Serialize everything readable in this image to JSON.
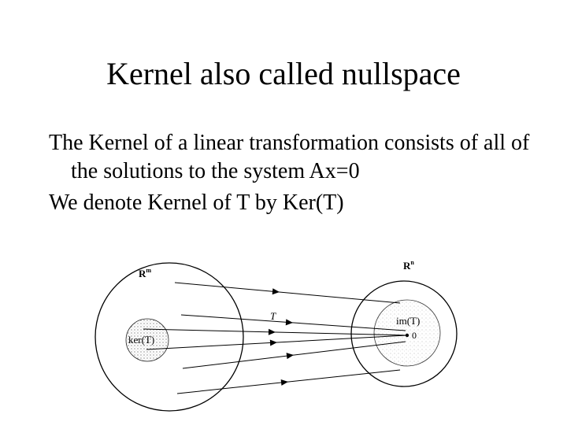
{
  "slide": {
    "title": "Kernel also called nullspace",
    "paragraphs": [
      "The Kernel of a linear transformation consists of all of the solutions to the system  Ax=0",
      "We denote Kernel of T by Ker(T)"
    ]
  },
  "figure": {
    "domain_label": "R",
    "domain_exp": "m",
    "codomain_label": "R",
    "codomain_exp": "n",
    "map_label": "T",
    "kernel_label": "ker(T)",
    "image_label": "im(T)",
    "zero_label": "0"
  }
}
